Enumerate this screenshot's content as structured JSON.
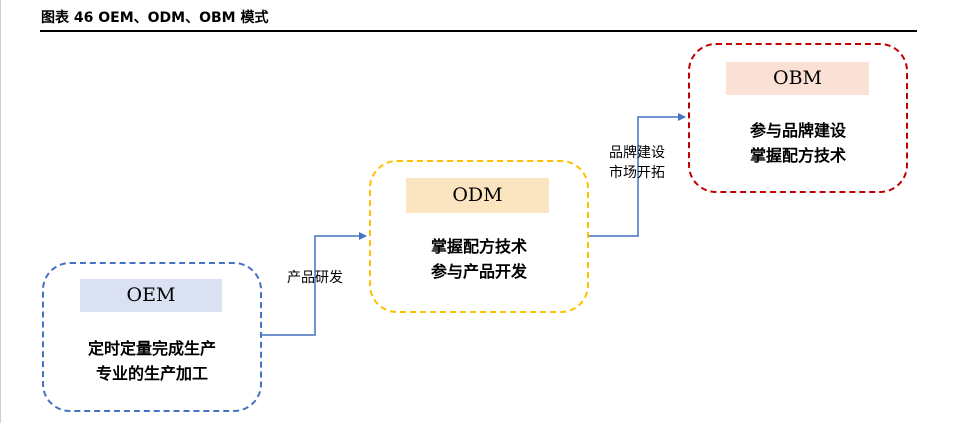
{
  "header": {
    "title": "图表 46 OEM、ODM、OBM 模式"
  },
  "nodes": {
    "oem": {
      "label": "OEM",
      "lines": [
        "定时定量完成生产",
        "专业的生产加工"
      ],
      "border_color": "#4472c4",
      "label_bg": "#d9e1f2"
    },
    "odm": {
      "label": "ODM",
      "lines": [
        "掌握配方技术",
        "参与产品开发"
      ],
      "border_color": "#ffc000",
      "label_bg": "#fbe5c1"
    },
    "obm": {
      "label": "OBM",
      "lines": [
        "参与品牌建设",
        "掌握配方技术"
      ],
      "border_color": "#c00000",
      "label_bg": "#fbe0d5"
    }
  },
  "edges": {
    "oem_to_odm": {
      "lines": [
        "产品研发"
      ]
    },
    "odm_to_obm": {
      "lines": [
        "品牌建设",
        "市场开拓"
      ]
    }
  },
  "colors": {
    "arrow": "#4472c4"
  }
}
